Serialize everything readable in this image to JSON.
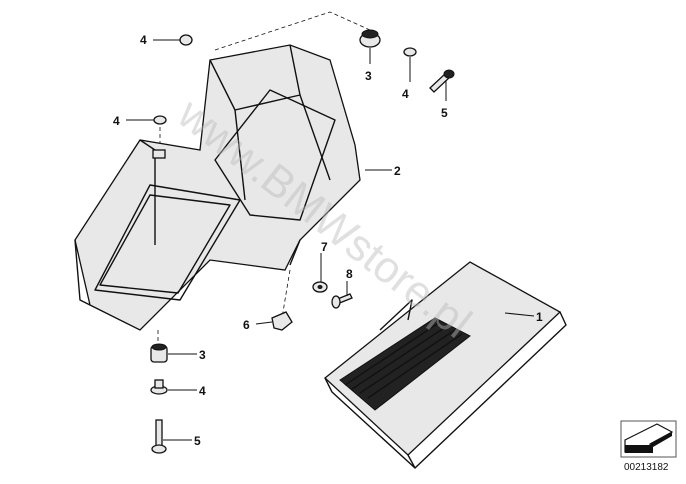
{
  "diagram": {
    "callouts": [
      "4",
      "3",
      "4",
      "5",
      "4",
      "2",
      "7",
      "8",
      "6",
      "1",
      "3",
      "4",
      "5"
    ],
    "watermark": "www.BMWstore.pl",
    "image_number": "00213182",
    "navigation_icon": "arrow-back-icon"
  }
}
